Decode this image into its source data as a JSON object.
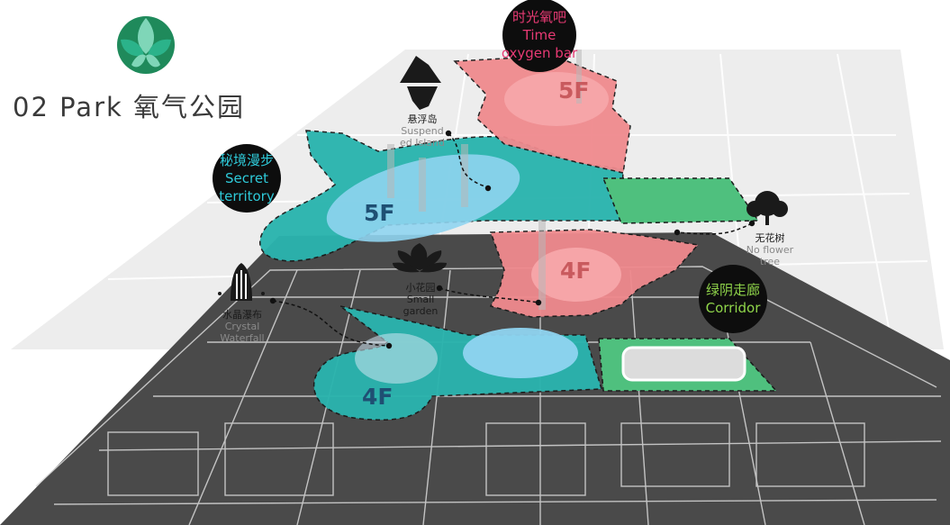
{
  "brand": {
    "title": "02 Park 氧气公园",
    "logo_icon": "green-leaf-flower-icon",
    "logo_colors": [
      "#1f8a5b",
      "#2bb38a",
      "#7fd6b8"
    ]
  },
  "bubbles": {
    "time_oxygen_bar": {
      "zh": "时光氧吧",
      "en1": "Time",
      "en2": "oxygen bar"
    },
    "secret_territory": {
      "zh": "秘境漫步",
      "en1": "Secret",
      "en2": "territory"
    },
    "corridor": {
      "zh": "绿阴走廊",
      "en1": "Corridor"
    }
  },
  "labels": {
    "suspended_island": {
      "zh": "悬浮岛",
      "en1": "Suspend",
      "en2": "ed Island",
      "icon": "mountain-island-icon"
    },
    "small_garden": {
      "zh": "小花园",
      "en1": "Small",
      "en2": "garden",
      "icon": "lotus-flower-icon"
    },
    "crystal_waterfall": {
      "zh": "水晶瀑布",
      "en1": "Crystal",
      "en2": "Waterfall",
      "icon": "crystal-waterfall-icon"
    },
    "no_flower_tree": {
      "zh": "无花树",
      "en1": "No flower",
      "en2": "tree",
      "icon": "tree-icon"
    }
  },
  "floors": {
    "f5_pink": "5F",
    "f5_teal": "5F",
    "f4_pink": "4F",
    "f4_teal": "4F"
  },
  "colors": {
    "pink_zone": "#f08a8e",
    "teal_zone": "#2ab4ae",
    "light_pool": "#8fd4f0",
    "green_zone": "#4fc07e",
    "bubble_bg": "#0d0d0d",
    "plan_dark": "#4a4a4a"
  }
}
